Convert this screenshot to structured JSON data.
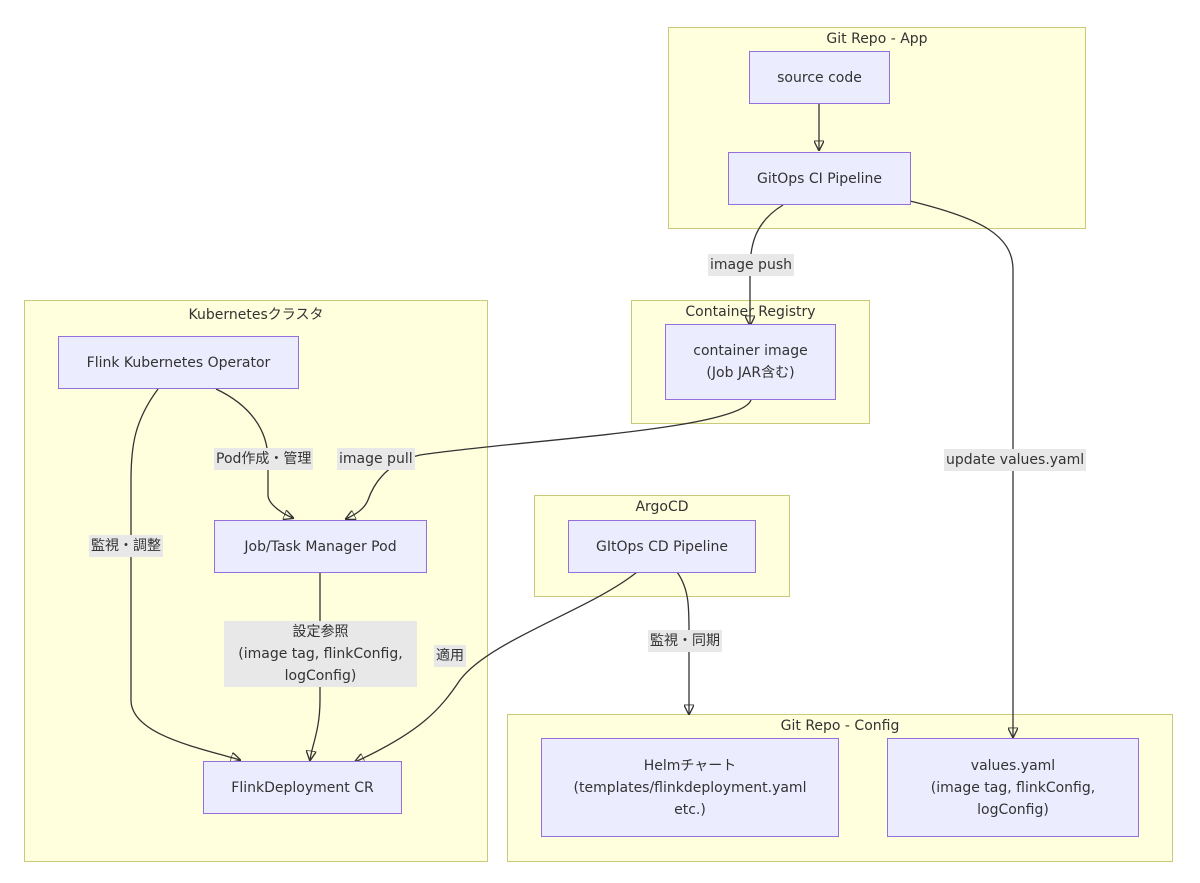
{
  "groups": {
    "git_app": "Git Repo - App",
    "registry": "Container Registry",
    "k8s": "Kubernetesクラスタ",
    "argocd": "ArgoCD",
    "git_config": "Git Repo - Config"
  },
  "nodes": {
    "source_code": "source code",
    "ci_pipeline": "GitOps CI Pipeline",
    "container_image": "container image\n(Job JAR含む)",
    "operator": "Flink Kubernetes Operator",
    "pod": "Job/Task Manager Pod",
    "flink_cr": "FlinkDeployment CR",
    "cd_pipeline": "GItOps CD Pipeline",
    "helm_chart": "Helmチャート\n(templates/flinkdeployment.yaml\netc.)",
    "values_yaml": "values.yaml\n(image tag, flinkConfig,\nlogConfig)"
  },
  "edge_labels": {
    "image_push": "image push",
    "update_values": "update values.yaml",
    "pod_create": "Pod作成・管理",
    "image_pull": "image pull",
    "monitor_adjust": "監視・調整",
    "config_ref": "設定参照\n(image tag, flinkConfig,\nlogConfig)",
    "apply": "適用",
    "monitor_sync": "監視・同期"
  }
}
